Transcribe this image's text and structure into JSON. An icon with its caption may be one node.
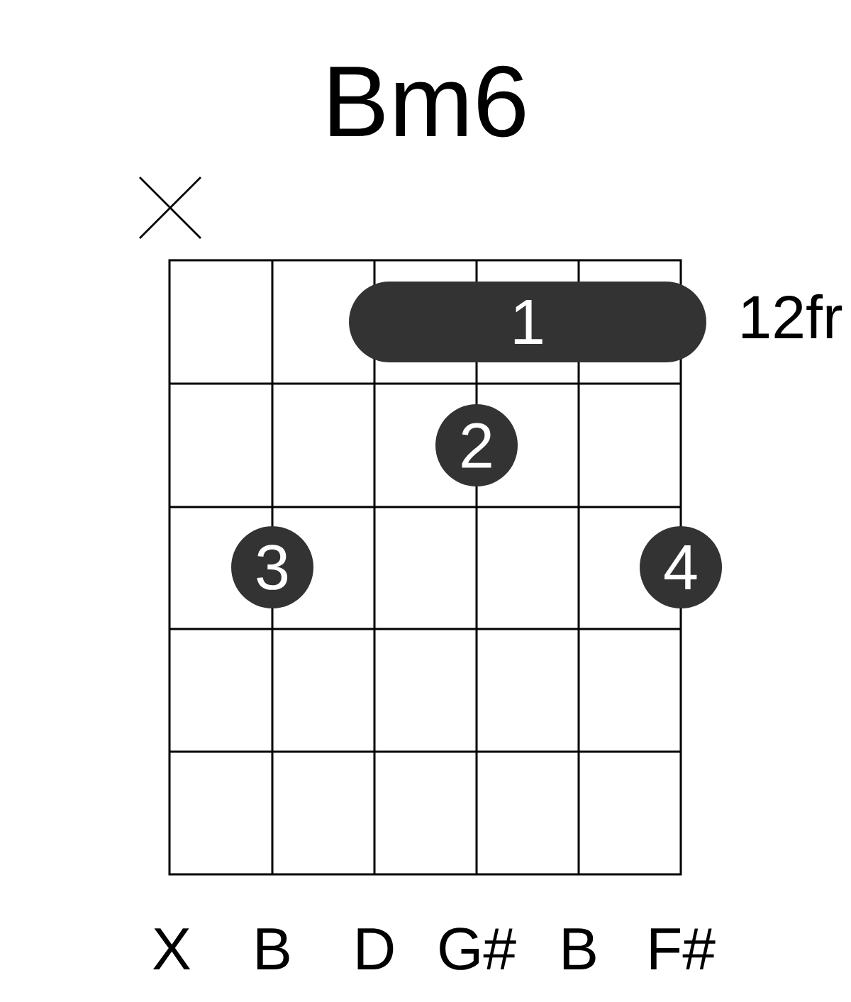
{
  "diagram": {
    "title": "Bm6",
    "nodes": [
      {
        "text": [
          "1"
        ]
      },
      {
        "text": [
          "2"
        ]
      },
      {
        "text": [
          "3"
        ]
      },
      {
        "text": [
          "4"
        ]
      }
    ],
    "labels": [
      "12fr",
      "X",
      "B",
      "D",
      "G#",
      "B",
      "F#"
    ]
  }
}
